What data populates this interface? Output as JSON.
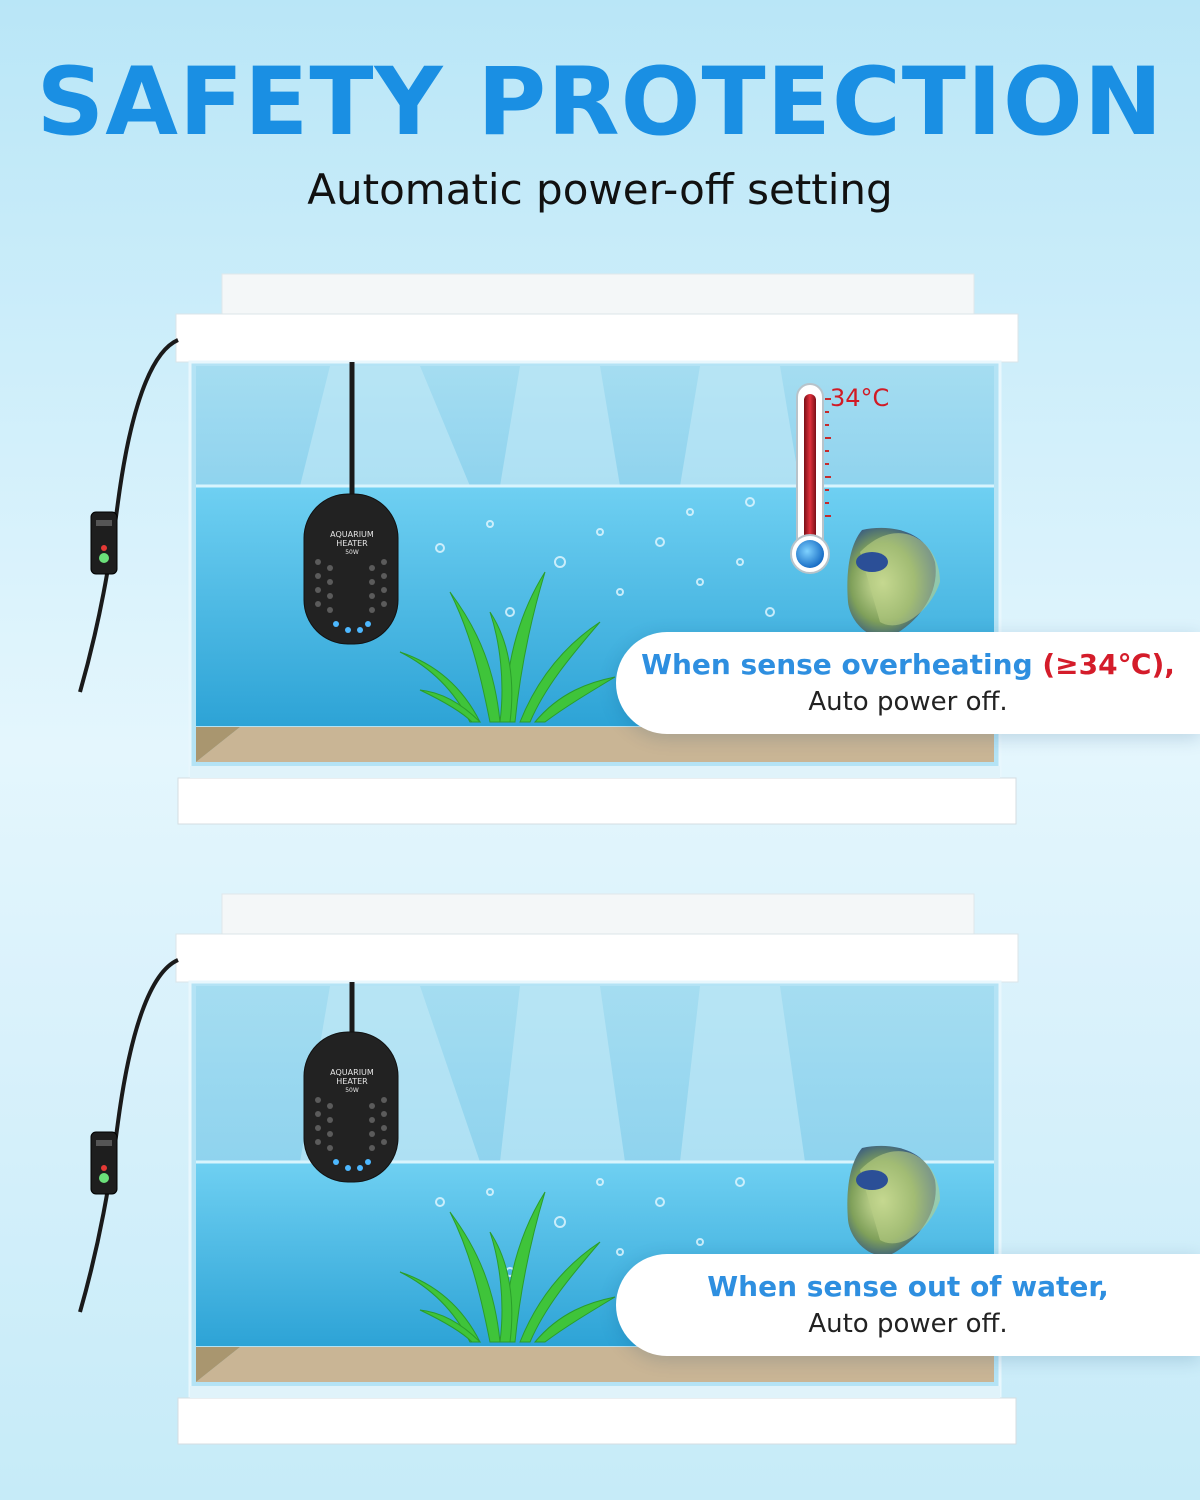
{
  "headline": "SAFETY PROTECTION",
  "subhead": "Automatic power-off setting",
  "scenes": [
    {
      "state": "overheating",
      "thermometer_reading": "34°C",
      "heater": {
        "line1": "AQUARIUM",
        "line2": "HEATER",
        "wattage": "50W"
      },
      "callout": {
        "prefix": "When sense overheating ",
        "highlight": "(≥34℃),",
        "line2": "Auto power off."
      }
    },
    {
      "state": "out-of-water",
      "heater": {
        "line1": "AQUARIUM",
        "line2": "HEATER",
        "wattage": "50W"
      },
      "callout": {
        "prefix": "When sense out of water,",
        "line2": "Auto power off."
      }
    }
  ],
  "colors": {
    "headline": "#1a8fe3",
    "callout_accent": "#2e8fe0",
    "warning": "#d41c2a",
    "water": "#5cc4ec",
    "sand": "#c8b596"
  }
}
